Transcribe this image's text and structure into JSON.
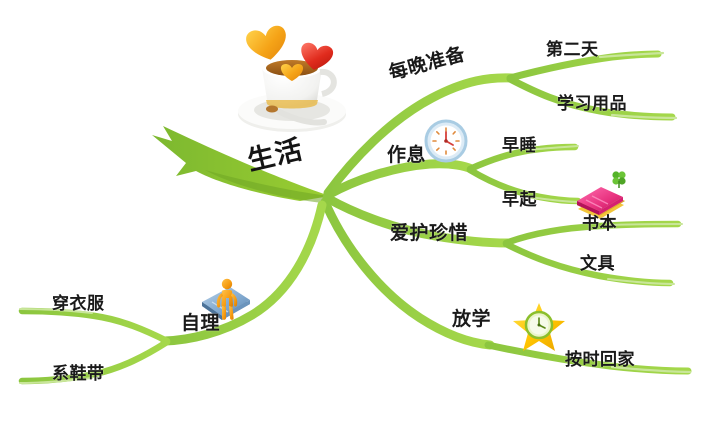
{
  "diagram": {
    "type": "mind-map",
    "title": "生活",
    "background_color": "#ffffff",
    "branch_color": "#8CC63F",
    "branch_color_dark": "#76A82E",
    "text_color": "#1a1a1a"
  },
  "central": {
    "label": "生活",
    "icon": "coffee-cup-with-hearts-icon"
  },
  "branches": [
    {
      "label": "每晚准备",
      "children": [
        {
          "label": "第二天"
        },
        {
          "label": "学习用品"
        }
      ]
    },
    {
      "label": "作息",
      "icon": "wall-clock-icon",
      "children": [
        {
          "label": "早睡"
        },
        {
          "label": "早起"
        }
      ]
    },
    {
      "label": "爱护珍惜",
      "children": [
        {
          "label": "书本",
          "icon": "pink-book-with-clover-icon"
        },
        {
          "label": "文具"
        }
      ]
    },
    {
      "label": "放学",
      "icon": "gold-star-clock-icon",
      "children": [
        {
          "label": "按时回家"
        }
      ]
    },
    {
      "label": "自理",
      "icon": "person-on-book-icon",
      "children": [
        {
          "label": "穿衣服"
        },
        {
          "label": "系鞋带"
        }
      ]
    }
  ],
  "icons": {
    "coffee_cup": "coffee-cup-with-hearts-icon",
    "clock": "wall-clock-icon",
    "book": "pink-book-with-clover-icon",
    "star_clock": "gold-star-clock-icon",
    "person_book": "person-on-book-icon"
  }
}
